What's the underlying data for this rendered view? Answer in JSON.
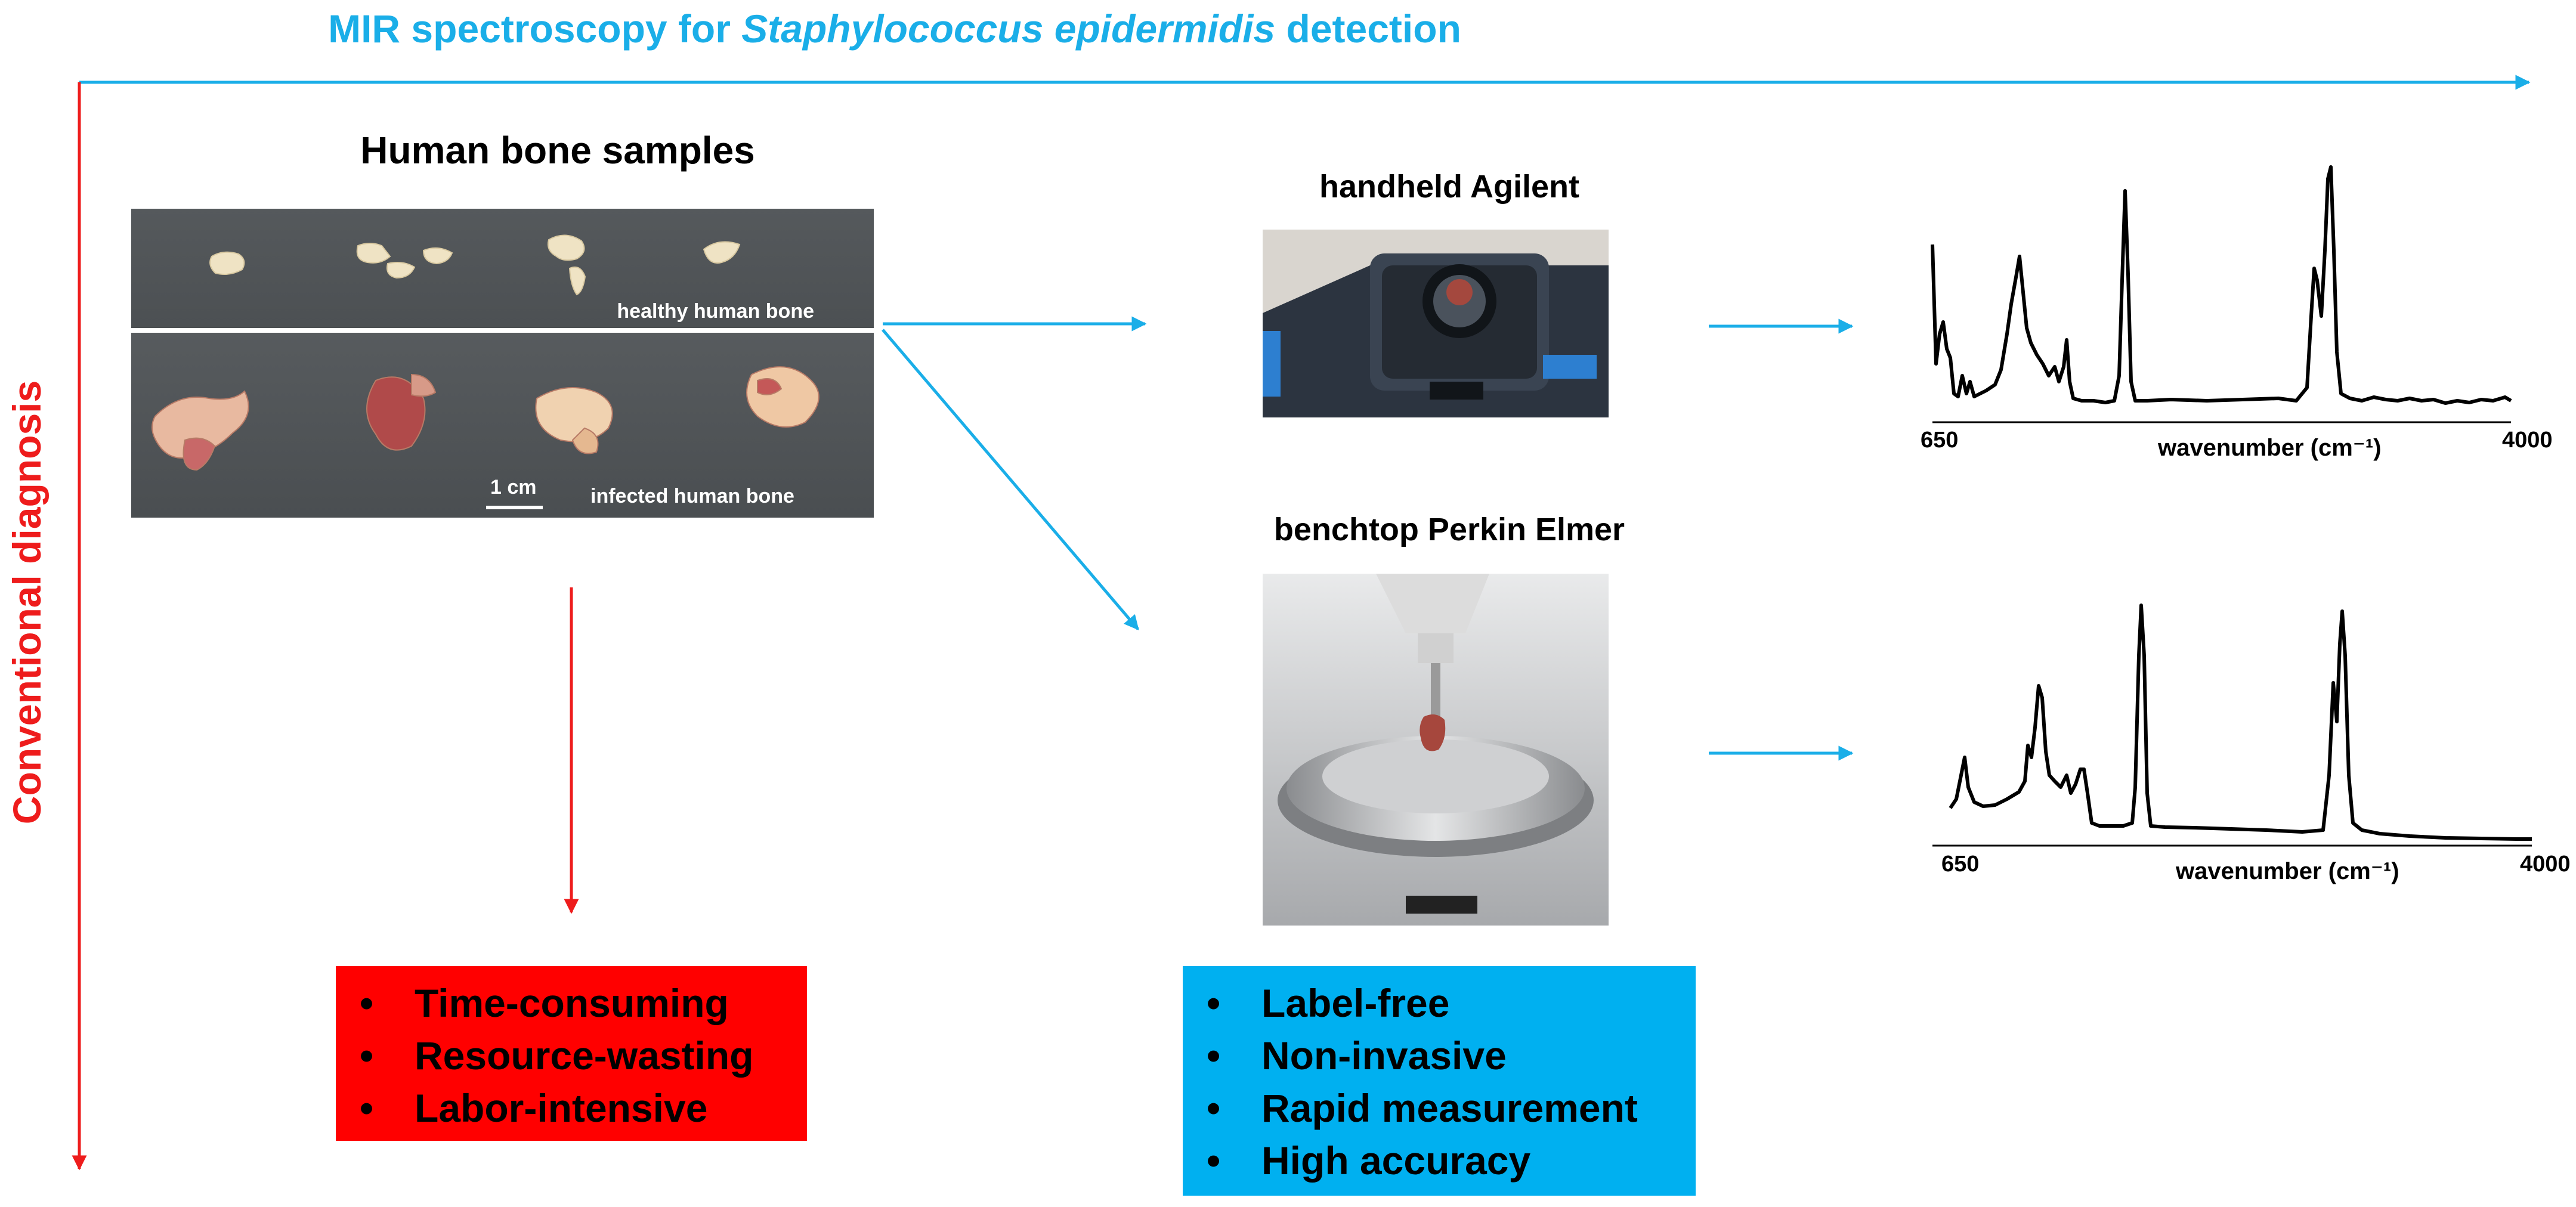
{
  "title": {
    "prefix": "MIR spectroscopy for ",
    "species": "Staphylococcus epidermidis",
    "suffix": " detection"
  },
  "vertical_label": "Conventional diagnosis",
  "samples": {
    "heading": "Human bone samples",
    "healthy_label": "healthy human bone",
    "infected_label": "infected human bone",
    "scale_label": "1 cm"
  },
  "devices": {
    "handheld": "handheld Agilent",
    "benchtop": "benchtop Perkin Elmer"
  },
  "conventional_cons": [
    "Time-consuming",
    "Resource-wasting",
    "Labor-intensive"
  ],
  "mir_pros": [
    "Label-free",
    "Non-invasive",
    "Rapid measurement",
    "High accuracy"
  ],
  "bullet": "•",
  "spectra": {
    "xmin_label": "650",
    "xmax_label": "4000",
    "xlabel": "wavenumber (cm⁻¹)"
  },
  "colors": {
    "blue": "#1aaee8",
    "red": "#ee1c1c",
    "box_red": "#ff0000",
    "box_blue": "#00b0f0"
  }
}
